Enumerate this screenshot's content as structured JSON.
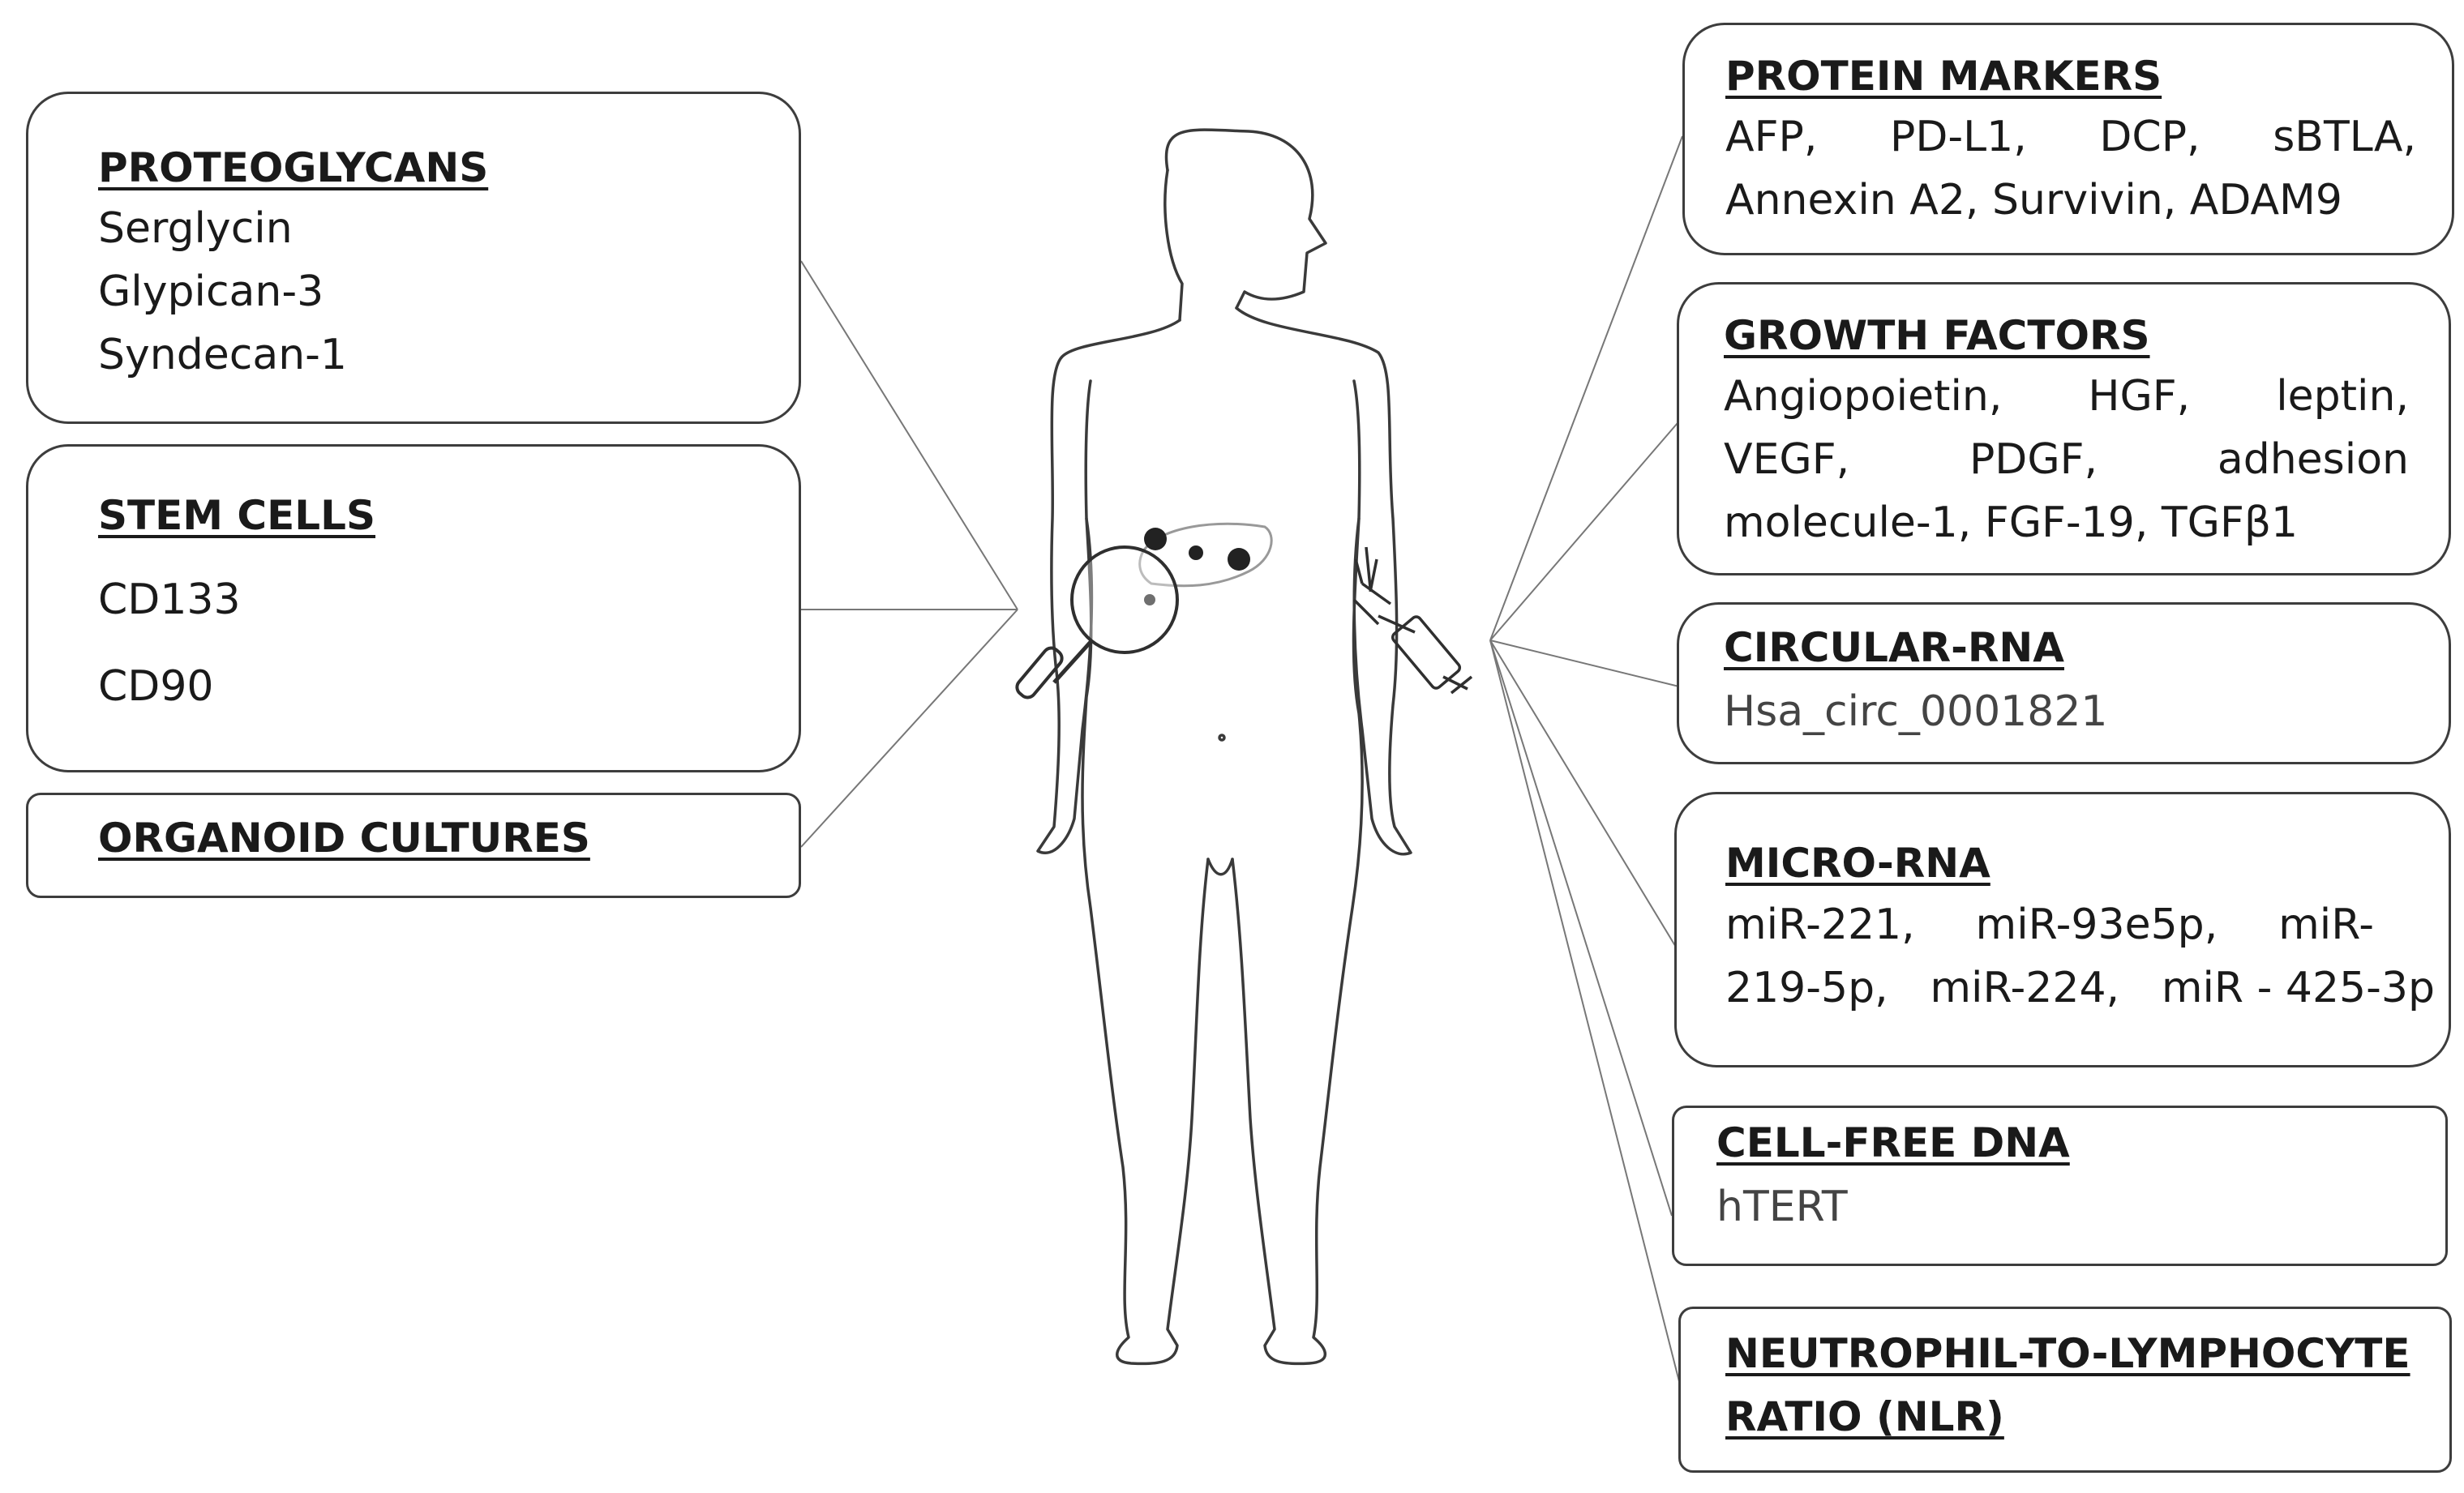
{
  "left_panels": {
    "proteoglycans": {
      "title": "PROTEOGLYCANS",
      "items": [
        "Serglycin",
        "Glypican-3",
        "Syndecan-1"
      ]
    },
    "stem_cells": {
      "title": "STEM CELLS",
      "items": [
        "CD133",
        "CD90"
      ]
    },
    "organoid_cultures": {
      "title": "ORGANOID CULTURES"
    }
  },
  "right_panels": {
    "protein_markers": {
      "title": "PROTEIN MARKERS",
      "lines": [
        [
          "AFP,",
          "PD-L1,",
          "DCP,",
          "sBTLA,"
        ],
        [
          "Annexin A2, Survivin, ADAM9"
        ]
      ]
    },
    "growth_factors": {
      "title": "GROWTH FACTORS",
      "lines": [
        [
          "Angiopoietin,",
          "HGF,",
          "leptin,"
        ],
        [
          "VEGF,",
          "PDGF,",
          "adhesion"
        ],
        [
          "molecule-1, FGF-19, TGFβ1"
        ]
      ]
    },
    "circular_rna": {
      "title": "CIRCULAR-RNA",
      "items": [
        "Hsa_circ_0001821"
      ]
    },
    "micro_rna": {
      "title": "MICRO-RNA",
      "lines": [
        [
          "miR-221,",
          "miR-93e5p,",
          "miR-"
        ],
        [
          "219-5p,",
          "miR-224,",
          "miR - 425-3p"
        ]
      ]
    },
    "cell_free_dna": {
      "title": "CELL-FREE DNA",
      "items": [
        "hTERT"
      ]
    },
    "nlr": {
      "title": "NEUTROPHIL-TO-LYMPHOCYTE",
      "title_line2": "RATIO (NLR)"
    }
  }
}
